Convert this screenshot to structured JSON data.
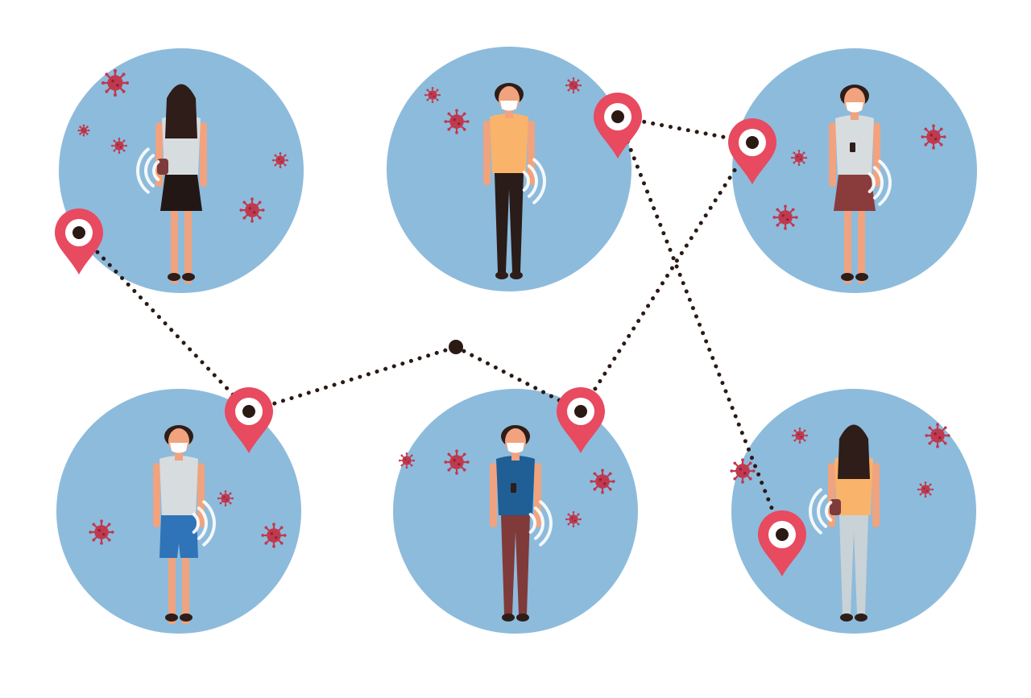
{
  "palette": {
    "background": "#ffffff",
    "circle": "#8dbbdc",
    "pin": "#e84a5f",
    "pin_dark": "#c73447",
    "dot": "#2b1a14",
    "virus": "#c0394e",
    "skin": "#f0a37e",
    "hair": "#2e1d18",
    "mask": "#ffffff",
    "signal": "#ffffff"
  },
  "people": [
    {
      "id": "back-woman-skirt",
      "facing": "back",
      "top": "#d7dcdf",
      "bottom": "#231715",
      "bottom_type": "skirt",
      "bag": true
    },
    {
      "id": "front-woman-yellow",
      "facing": "front",
      "top": "#f9b36a",
      "bottom": "#2a1c18",
      "bottom_type": "pants",
      "mask": true
    },
    {
      "id": "front-woman-phone",
      "facing": "front",
      "top": "#d7dcdf",
      "bottom": "#8a3b3c",
      "bottom_type": "skirt",
      "mask": true,
      "phone": true
    },
    {
      "id": "walking-man-shorts",
      "facing": "side",
      "top": "#d7dcdf",
      "bottom": "#2f73b8",
      "bottom_type": "shorts",
      "mask": true
    },
    {
      "id": "walking-man-blue",
      "facing": "front",
      "top": "#1f5f96",
      "bottom": "#803a3a",
      "bottom_type": "pants",
      "mask": true,
      "phone": true
    },
    {
      "id": "back-woman-yellow",
      "facing": "back",
      "top": "#f9b36a",
      "bottom": "#c9d2d6",
      "bottom_type": "pants",
      "bag": true
    }
  ],
  "icons": {
    "pin": "location-pin-icon",
    "virus": "virus-icon",
    "signal": "wireless-signal-icon",
    "hub": "hub-dot-icon"
  }
}
